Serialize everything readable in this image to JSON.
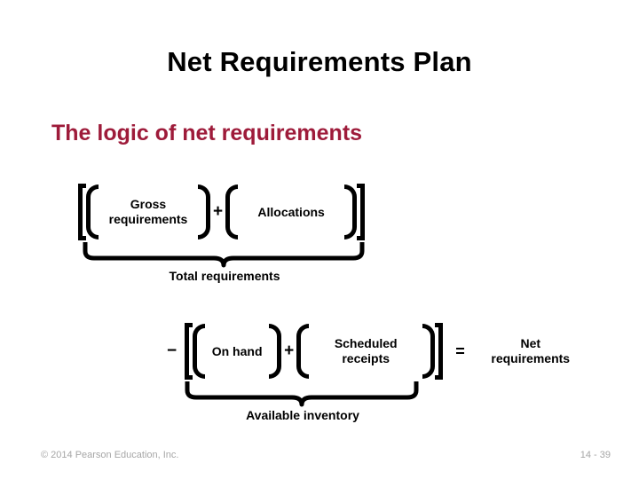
{
  "slide": {
    "title": "Net Requirements Plan",
    "subtitle": "The logic of net requirements",
    "subtitle_color": "#9E1B3A",
    "background_color": "#FFFFFF",
    "text_color": "#000000"
  },
  "diagram": {
    "rows": [
      {
        "id": "total-requirements-row",
        "terms": [
          {
            "label": "Gross\nrequirements"
          },
          {
            "label": "Allocations"
          }
        ],
        "operators": [
          "+"
        ],
        "brace_caption": "Total requirements"
      },
      {
        "id": "available-inventory-row",
        "leading_operator": "−",
        "terms": [
          {
            "label": "On hand"
          },
          {
            "label": "Scheduled\nreceipts"
          }
        ],
        "operators": [
          "+"
        ],
        "equals_operator": "=",
        "result_label": "Net\nrequirements",
        "brace_caption": "Available inventory"
      }
    ],
    "labels": {
      "gross_requirements": "Gross requirements",
      "allocations": "Allocations",
      "total_requirements": "Total requirements",
      "on_hand": "On hand",
      "scheduled_receipts": "Scheduled receipts",
      "available_inventory": "Available inventory",
      "net_requirements": "Net requirements"
    },
    "operators": {
      "plus": "+",
      "minus": "−",
      "equals": "="
    },
    "cells": {
      "gross_line1": "Gross",
      "gross_line2": "requirements",
      "allocations": "Allocations",
      "on_hand": "On hand",
      "scheduled_line1": "Scheduled",
      "scheduled_line2": "receipts",
      "net_line1": "Net",
      "net_line2": "requirements"
    }
  },
  "footer": {
    "copyright": "© 2014 Pearson Education, Inc.",
    "page_number": "14 - 39",
    "color": "#A6A6A6"
  }
}
